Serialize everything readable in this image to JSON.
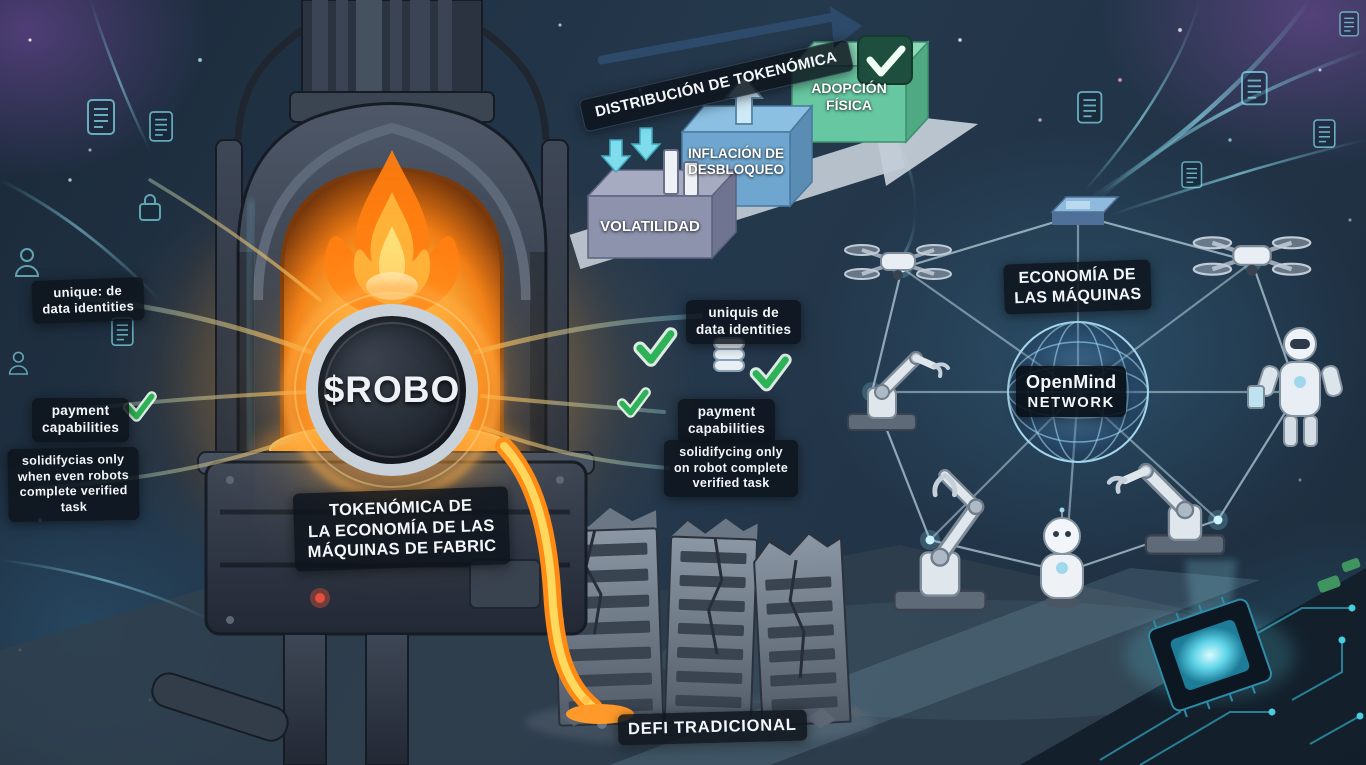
{
  "banner": {
    "label": "DISTRIBUCIÓN DE TOKENÓMICA"
  },
  "distribution": {
    "boxes": [
      {
        "id": "volatilidad",
        "lines": [
          "VOLATILIDAD"
        ]
      },
      {
        "id": "inflacion",
        "lines": [
          "INFLACIÓN DE",
          "DESBLOQUEO"
        ]
      },
      {
        "id": "adopcion",
        "lines": [
          "ADOPCIÓN",
          "FÍSICA"
        ]
      }
    ]
  },
  "coin": {
    "symbol": "$ROBO"
  },
  "furnace_caption": {
    "lines": [
      "TOKENÓMICA DE",
      "LA ECONOMÍA DE LAS",
      "MÁQUINAS DE FABRIC"
    ]
  },
  "left_labels": {
    "identities": {
      "lines": [
        "unique: de",
        "data identities"
      ]
    },
    "payment": {
      "lines": [
        "payment",
        "capabilities"
      ]
    },
    "solidify": {
      "lines": [
        "solidifycias only",
        "when even robots",
        "complete verified",
        "task"
      ]
    }
  },
  "center_labels": {
    "identities": {
      "lines": [
        "uniquis de",
        "data identities"
      ]
    },
    "payment": {
      "lines": [
        "payment",
        "capabilities"
      ]
    },
    "solidify": {
      "lines": [
        "solidifycing only",
        "on robot complete",
        "verified task"
      ]
    }
  },
  "network": {
    "region_title": {
      "lines": [
        "ECONOMÍA DE",
        "LAS MÁQUINAS"
      ]
    },
    "hub": {
      "lines": [
        "OpenMind",
        "NETWORK"
      ]
    }
  },
  "defi": {
    "caption": "DEFI TRADICIONAL"
  },
  "colors": {
    "fire_orange": "#ff8a1c",
    "accent_teal": "#7fdcec",
    "check_green": "#2db257",
    "arrow_gray": "#c3ccd6",
    "box_volatility": "#8d92ad",
    "box_inflation": "#6fa6cf",
    "box_adoption": "#67c7a1"
  }
}
